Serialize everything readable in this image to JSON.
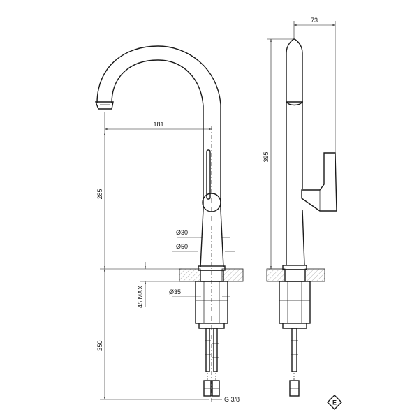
{
  "dimensions": {
    "reach": "181",
    "spout_height": "285",
    "total_height": "395",
    "width": "73",
    "base_diameter": "Ø50",
    "body_diameter": "Ø30",
    "hole_diameter": "Ø35",
    "deck_thickness": "45 MAX",
    "hose_length": "350",
    "connection": "G 3/8"
  },
  "logo": {
    "name": "certification-mark-icon",
    "letter": "E"
  }
}
